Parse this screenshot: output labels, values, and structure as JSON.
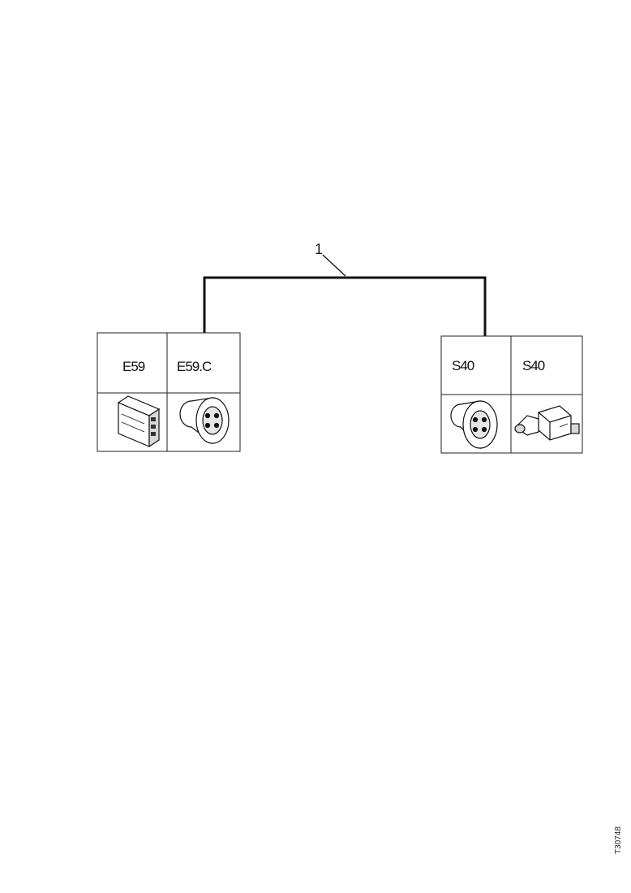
{
  "callout": {
    "number": "1"
  },
  "connectors": [
    {
      "code": "E59",
      "icon": "control-module-icon"
    },
    {
      "code": "E59.C",
      "icon": "round-connector-icon"
    },
    {
      "code": "S40",
      "icon": "round-connector-icon"
    },
    {
      "code": "S40",
      "icon": "switch-sensor-icon"
    }
  ],
  "reference_code": "T30748",
  "colors": {
    "line": "#111111",
    "box_border": "#222222",
    "background": "#ffffff"
  }
}
